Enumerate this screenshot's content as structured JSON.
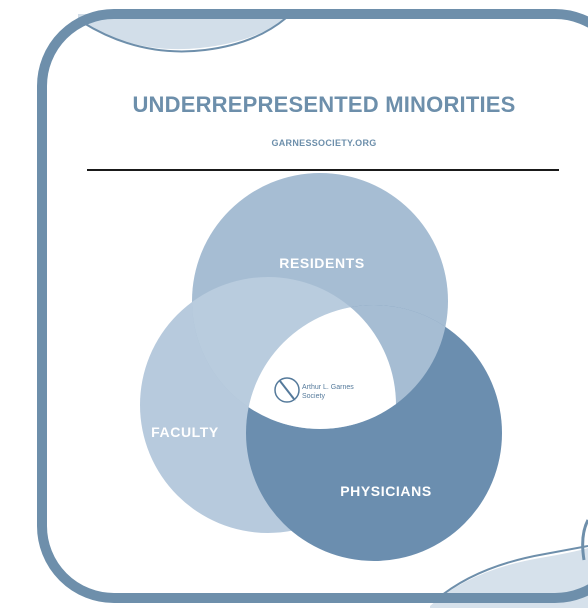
{
  "header": {
    "title": "UNDERREPRESENTED MINORITIES",
    "subtitle": "GARNESSOCIETY.ORG"
  },
  "venn": {
    "circles": [
      {
        "id": "residents",
        "label": "RESIDENTS",
        "color": "#a6bdd3"
      },
      {
        "id": "faculty",
        "label": "FACULTY",
        "color": "#b7cadd"
      },
      {
        "id": "physicians",
        "label": "PHYSICIANS",
        "color": "#6b8eaf"
      }
    ],
    "center_logo": {
      "icon": "scalpel-circle-icon",
      "line1": "Arthur L. Garnes",
      "line2": "Society"
    }
  },
  "colors": {
    "frame": "#6e8fab",
    "title": "#6d8fab",
    "label": "#ffffff"
  }
}
